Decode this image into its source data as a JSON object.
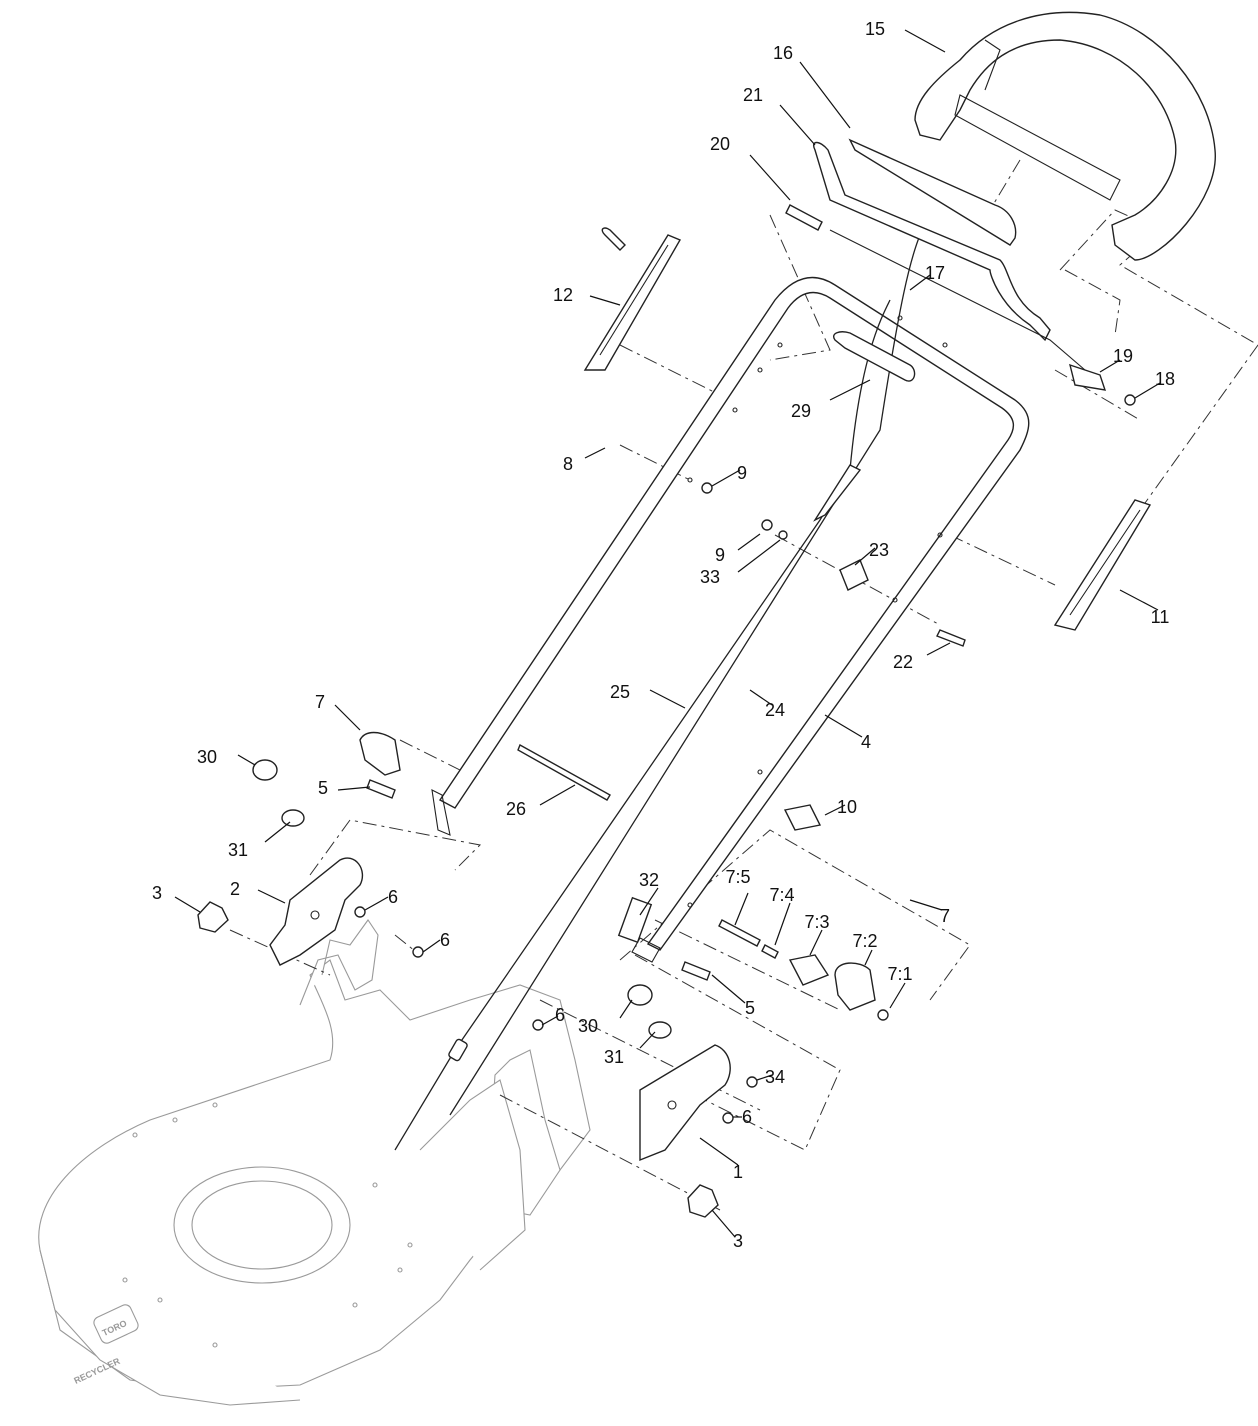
{
  "diagram": {
    "brand_plate_top": "TORO",
    "brand_plate_bottom": "RECYCLER",
    "callouts": [
      {
        "id": "c15",
        "label": "15"
      },
      {
        "id": "c16",
        "label": "16"
      },
      {
        "id": "c21",
        "label": "21"
      },
      {
        "id": "c20",
        "label": "20"
      },
      {
        "id": "c17",
        "label": "17"
      },
      {
        "id": "c12",
        "label": "12"
      },
      {
        "id": "c19",
        "label": "19"
      },
      {
        "id": "c18",
        "label": "18"
      },
      {
        "id": "c29",
        "label": "29"
      },
      {
        "id": "c8",
        "label": "8"
      },
      {
        "id": "c9a",
        "label": "9"
      },
      {
        "id": "c9b",
        "label": "9"
      },
      {
        "id": "c33",
        "label": "33"
      },
      {
        "id": "c23",
        "label": "23"
      },
      {
        "id": "c11",
        "label": "11"
      },
      {
        "id": "c22",
        "label": "22"
      },
      {
        "id": "c25",
        "label": "25"
      },
      {
        "id": "c24",
        "label": "24"
      },
      {
        "id": "c4",
        "label": "4"
      },
      {
        "id": "c7a",
        "label": "7"
      },
      {
        "id": "c30a",
        "label": "30"
      },
      {
        "id": "c5a",
        "label": "5"
      },
      {
        "id": "c26",
        "label": "26"
      },
      {
        "id": "c10",
        "label": "10"
      },
      {
        "id": "c31a",
        "label": "31"
      },
      {
        "id": "c3a",
        "label": "3"
      },
      {
        "id": "c2",
        "label": "2"
      },
      {
        "id": "c6a",
        "label": "6"
      },
      {
        "id": "c6b",
        "label": "6"
      },
      {
        "id": "c32",
        "label": "32"
      },
      {
        "id": "c75",
        "label": "7:5"
      },
      {
        "id": "c74",
        "label": "7:4"
      },
      {
        "id": "c73",
        "label": "7:3"
      },
      {
        "id": "c7b",
        "label": "7"
      },
      {
        "id": "c72",
        "label": "7:2"
      },
      {
        "id": "c71",
        "label": "7:1"
      },
      {
        "id": "c5b",
        "label": "5"
      },
      {
        "id": "c6c",
        "label": "6"
      },
      {
        "id": "c30b",
        "label": "30"
      },
      {
        "id": "c31b",
        "label": "31"
      },
      {
        "id": "c34",
        "label": "34"
      },
      {
        "id": "c6d",
        "label": "6"
      },
      {
        "id": "c1",
        "label": "1"
      },
      {
        "id": "c3b",
        "label": "3"
      }
    ]
  }
}
